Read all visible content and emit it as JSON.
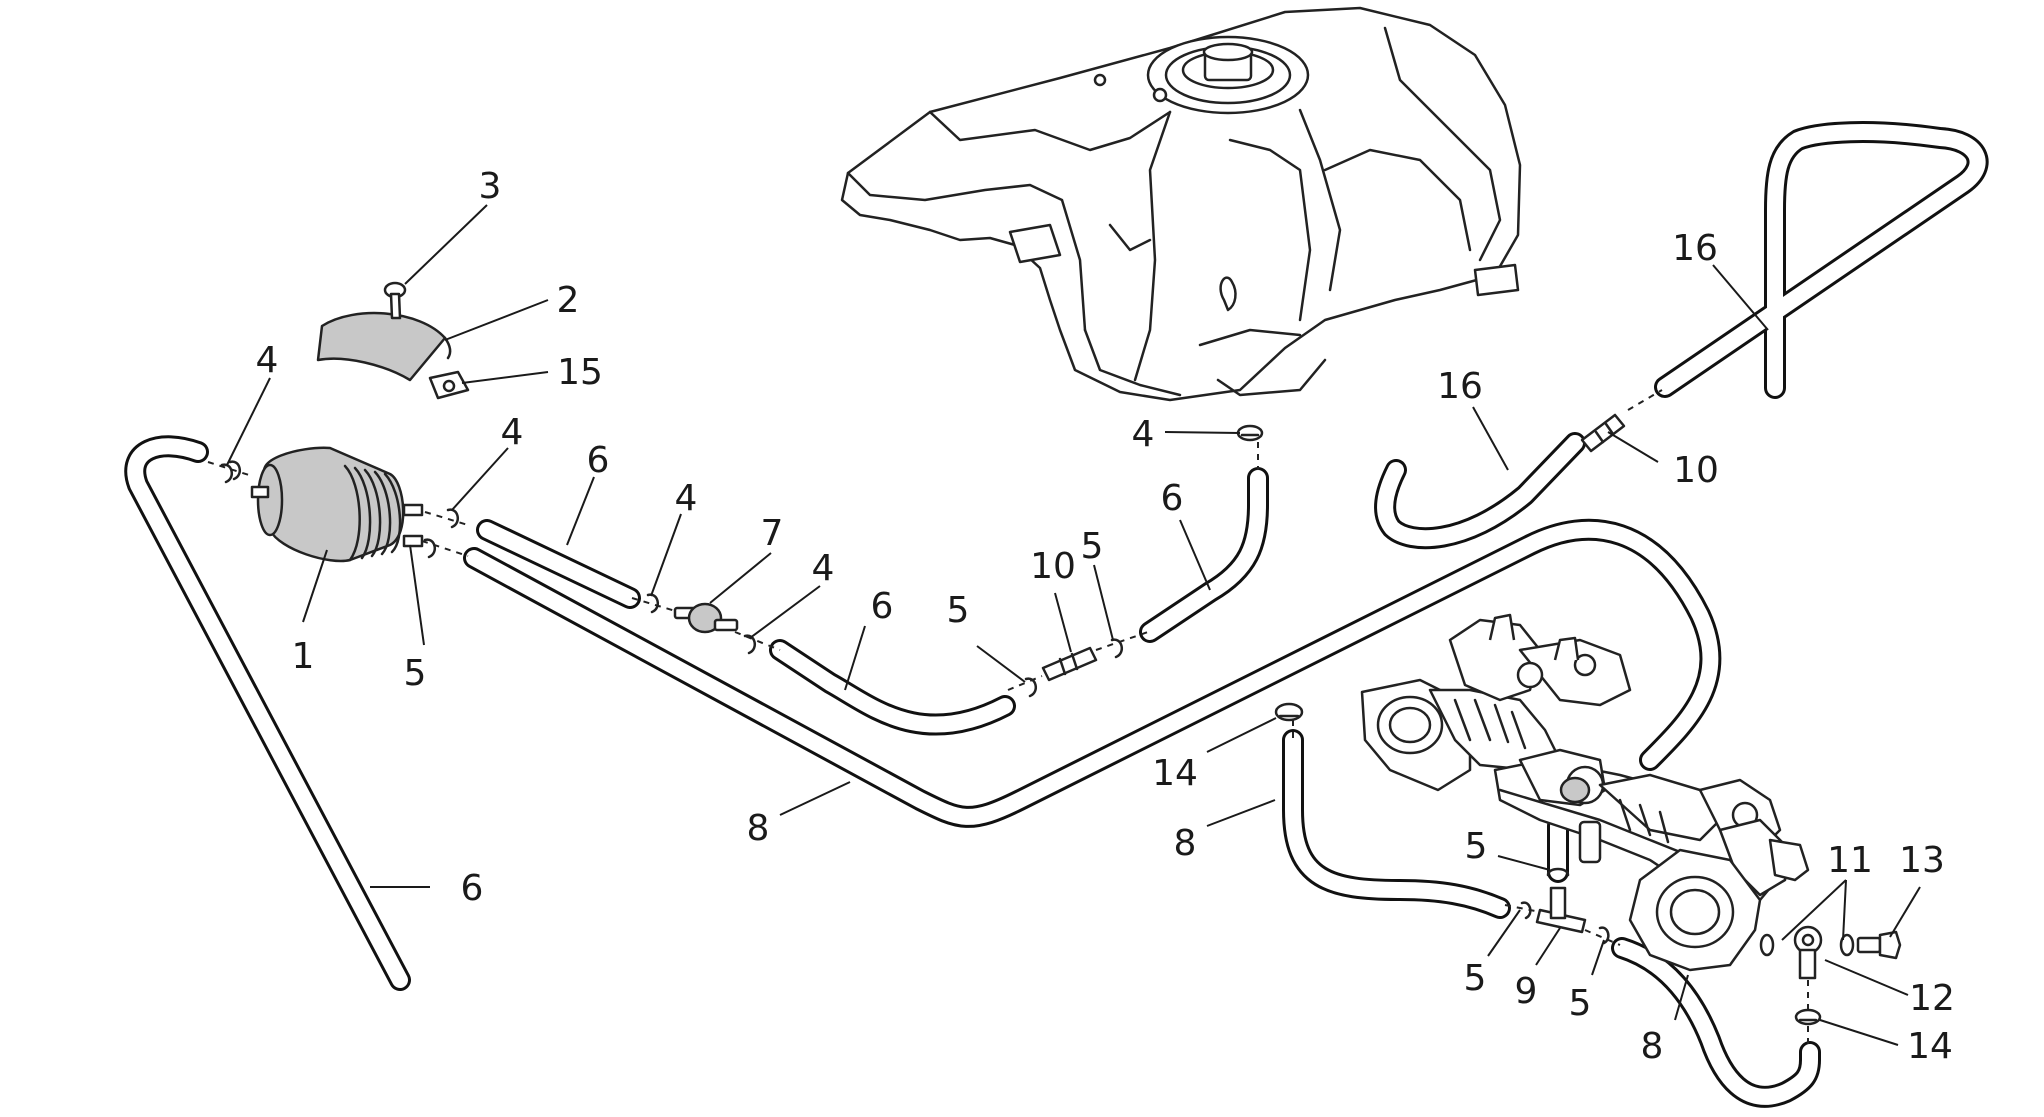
{
  "callouts": [
    {
      "id": "c3",
      "text": "3"
    },
    {
      "id": "c2",
      "text": "2"
    },
    {
      "id": "c15",
      "text": "15"
    },
    {
      "id": "c4a",
      "text": "4"
    },
    {
      "id": "c4b",
      "text": "4"
    },
    {
      "id": "c6a",
      "text": "6"
    },
    {
      "id": "c1",
      "text": "1"
    },
    {
      "id": "c5a",
      "text": "5"
    },
    {
      "id": "c4c",
      "text": "4"
    },
    {
      "id": "c7",
      "text": "7"
    },
    {
      "id": "c4d",
      "text": "4"
    },
    {
      "id": "c6b",
      "text": "6"
    },
    {
      "id": "c5b",
      "text": "5"
    },
    {
      "id": "c10a",
      "text": "10"
    },
    {
      "id": "c5c",
      "text": "5"
    },
    {
      "id": "c6c",
      "text": "6"
    },
    {
      "id": "c4e",
      "text": "4"
    },
    {
      "id": "c8a",
      "text": "8"
    },
    {
      "id": "c6d",
      "text": "6"
    },
    {
      "id": "c16a",
      "text": "16"
    },
    {
      "id": "c16b",
      "text": "16"
    },
    {
      "id": "c10b",
      "text": "10"
    },
    {
      "id": "c14a",
      "text": "14"
    },
    {
      "id": "c8b",
      "text": "8"
    },
    {
      "id": "c5d",
      "text": "5"
    },
    {
      "id": "c11",
      "text": "11"
    },
    {
      "id": "c13",
      "text": "13"
    },
    {
      "id": "c5e",
      "text": "5"
    },
    {
      "id": "c9",
      "text": "9"
    },
    {
      "id": "c5f",
      "text": "5"
    },
    {
      "id": "c12",
      "text": "12"
    },
    {
      "id": "c8c",
      "text": "8"
    },
    {
      "id": "c14b",
      "text": "14"
    }
  ]
}
